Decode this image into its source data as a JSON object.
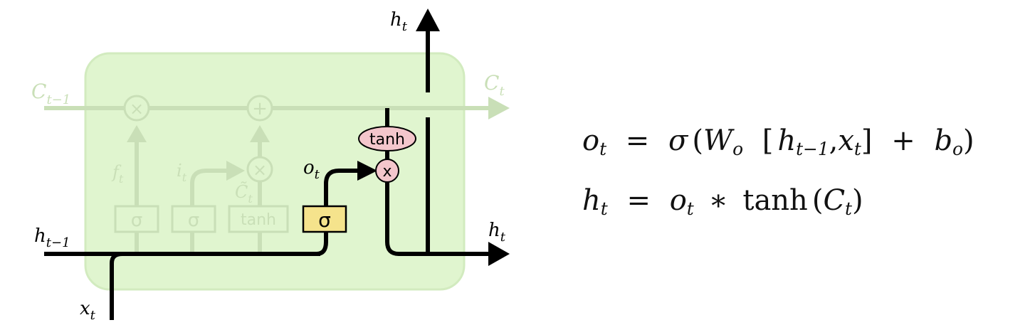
{
  "labels": {
    "ht_top": "h",
    "ht_top_sub": "t",
    "ht_right": "h",
    "ht_right_sub": "t",
    "ct_prev": "C",
    "ct_prev_sub": "t−1",
    "ct": "C",
    "ct_sub": "t",
    "ht_prev": "h",
    "ht_prev_sub": "t−1",
    "xt": "x",
    "xt_sub": "t",
    "ot": "o",
    "ot_sub": "t",
    "ft": "f",
    "ft_sub": "t",
    "it": "i",
    "it_sub": "t",
    "ctilde": "C̃",
    "ctilde_sub": "t"
  },
  "gates": {
    "sigma_1": "σ",
    "sigma_2": "σ",
    "tanh_faded": "tanh",
    "sigma_output": "σ",
    "tanh_output": "tanh"
  },
  "ops": {
    "times_forget": "×",
    "plus_cell": "+",
    "times_input": "×",
    "times_output": "x"
  },
  "equations": {
    "eq1": {
      "lhs": "o",
      "lhs_sub": "t",
      "eq": "=",
      "sigma": "σ",
      "open": "(",
      "W": "W",
      "W_sub": "o",
      "bracket_open": "[",
      "h": "h",
      "h_sub": "t−1",
      "comma": ",",
      "x": "x",
      "x_sub": "t",
      "bracket_close": "]",
      "plus": "+",
      "b": "b",
      "b_sub": "o",
      "close": ")"
    },
    "eq2": {
      "lhs": "h",
      "lhs_sub": "t",
      "eq": "=",
      "o": "o",
      "o_sub": "t",
      "star": "∗",
      "tanh": "tanh",
      "open": "(",
      "C": "C",
      "C_sub": "t",
      "close": ")"
    }
  },
  "colors": {
    "cell_background": "#e0f5cf",
    "cell_border": "#cfe9bb",
    "faded": "#c9dfb7",
    "gate_yellow": "#f5e38c",
    "op_pink": "#f4c6cc",
    "line": "#000000"
  }
}
